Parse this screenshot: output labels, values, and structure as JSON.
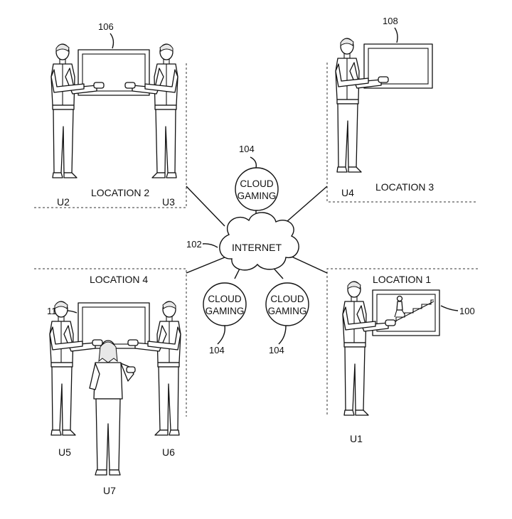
{
  "diagram": {
    "internet": {
      "label": "INTERNET",
      "ref": "102"
    },
    "clouds": [
      {
        "id": "cloud-top",
        "line1": "CLOUD",
        "line2": "GAMING",
        "ref": "104"
      },
      {
        "id": "cloud-bottom-left",
        "line1": "CLOUD",
        "line2": "GAMING",
        "ref": "104"
      },
      {
        "id": "cloud-bottom-right",
        "line1": "CLOUD",
        "line2": "GAMING",
        "ref": "104"
      }
    ],
    "locations": [
      {
        "id": "location-1",
        "label": "LOCATION 1",
        "display_ref": "100"
      },
      {
        "id": "location-2",
        "label": "LOCATION 2",
        "display_ref": "106"
      },
      {
        "id": "location-3",
        "label": "LOCATION 3",
        "display_ref": "108"
      },
      {
        "id": "location-4",
        "label": "LOCATION 4",
        "display_ref": "110"
      }
    ],
    "users": [
      "U1",
      "U2",
      "U3",
      "U4",
      "U5",
      "U6",
      "U7"
    ]
  }
}
